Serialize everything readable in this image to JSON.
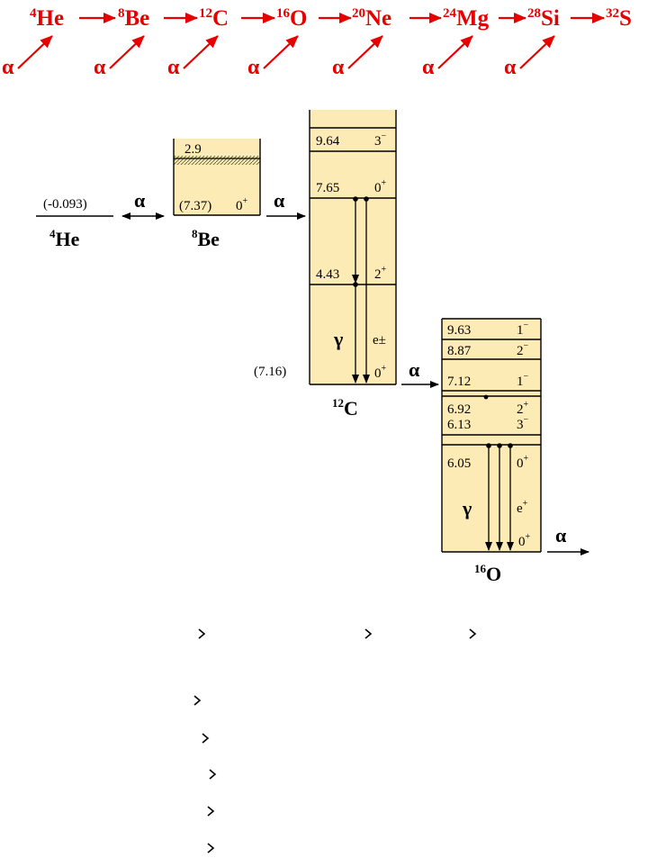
{
  "chain": {
    "color": "#e60000",
    "nuclei": [
      {
        "mass": "4",
        "sym": "He"
      },
      {
        "mass": "8",
        "sym": "Be"
      },
      {
        "mass": "12",
        "sym": "C"
      },
      {
        "mass": "16",
        "sym": "O"
      },
      {
        "mass": "20",
        "sym": "Ne"
      },
      {
        "mass": "24",
        "sym": "Mg"
      },
      {
        "mass": "28",
        "sym": "Si"
      },
      {
        "mass": "32",
        "sym": "S"
      }
    ],
    "alpha": "α"
  },
  "scheme": {
    "box_fill": "#fcebb4",
    "alpha": "α",
    "gamma": "γ",
    "epm": "e±",
    "he4": {
      "mass": "4",
      "sym": "He",
      "level": "(-0.093)"
    },
    "be8": {
      "mass": "8",
      "sym": "Be",
      "top": "2.9",
      "ground_energy": "(7.37)",
      "ground_spin": "0+"
    },
    "c12": {
      "mass": "12",
      "sym": "C",
      "ground_label": "(7.16)",
      "ground_spin": "0+",
      "levels": [
        {
          "e": "9.64",
          "spin": "3−"
        },
        {
          "e": "7.65",
          "spin": "0+"
        },
        {
          "e": "4.43",
          "spin": "2+"
        }
      ]
    },
    "o16": {
      "mass": "16",
      "sym": "O",
      "ground_spin": "0+",
      "levels": [
        {
          "e": "9.63",
          "spin": "1−"
        },
        {
          "e": "8.87",
          "spin": "2−"
        },
        {
          "e": "7.12",
          "spin": "1−"
        },
        {
          "e": "6.92",
          "spin": "2+"
        },
        {
          "e": "6.13",
          "spin": "3−"
        },
        {
          "e": "6.05",
          "spin": "0+"
        }
      ]
    }
  },
  "chevrons": [
    {
      "name": "chevron-1"
    },
    {
      "name": "chevron-2"
    },
    {
      "name": "chevron-3"
    },
    {
      "name": "chevron-4"
    },
    {
      "name": "chevron-5"
    },
    {
      "name": "chevron-6"
    },
    {
      "name": "chevron-7"
    },
    {
      "name": "chevron-8"
    }
  ]
}
